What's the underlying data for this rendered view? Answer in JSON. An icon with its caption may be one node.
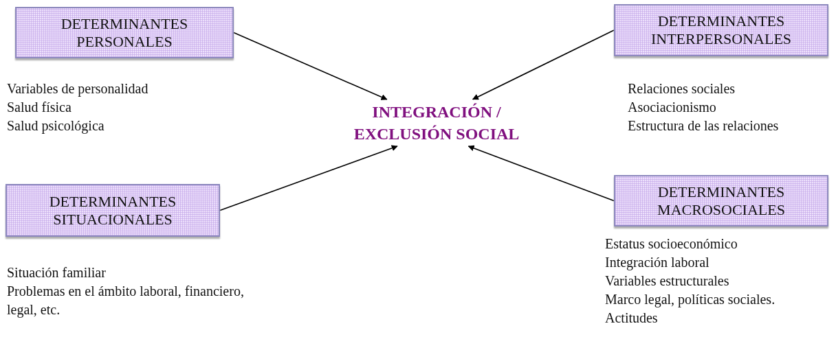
{
  "diagram": {
    "nodes": [
      {
        "text": [
          "DETERMINANTES PERSONALES"
        ],
        "beside": [
          "Variables de personalidad",
          "Salud física",
          "Salud psicológica"
        ]
      },
      {
        "text": [
          "DETERMINANTES INTERPERSONALES"
        ],
        "beside": [
          "Relaciones sociales",
          "Asociacionismo",
          "Estructura de las relaciones"
        ]
      },
      {
        "text": [
          "INTEGRACIÓN / EXCLUSIÓN SOCIAL"
        ]
      },
      {
        "text": [
          "DETERMINANTES SITUACIONALES"
        ],
        "beside": [
          "Situación familiar",
          "Problemas en el ámbito laboral, financiero, legal, etc."
        ]
      },
      {
        "text": [
          "DETERMINANTES MACROSOCIALES"
        ],
        "beside": [
          "Estatus socioeconómico",
          "Integración laboral",
          "Variables estructurales",
          "Marco legal, políticas sociales.",
          "Actitudes"
        ]
      }
    ],
    "edges": [
      {
        "from": 0,
        "to": 2,
        "arrow": "to"
      },
      {
        "from": 1,
        "to": 2,
        "arrow": "to"
      },
      {
        "from": 3,
        "to": 2,
        "arrow": "to"
      },
      {
        "from": 4,
        "to": 2,
        "arrow": "to"
      }
    ]
  }
}
